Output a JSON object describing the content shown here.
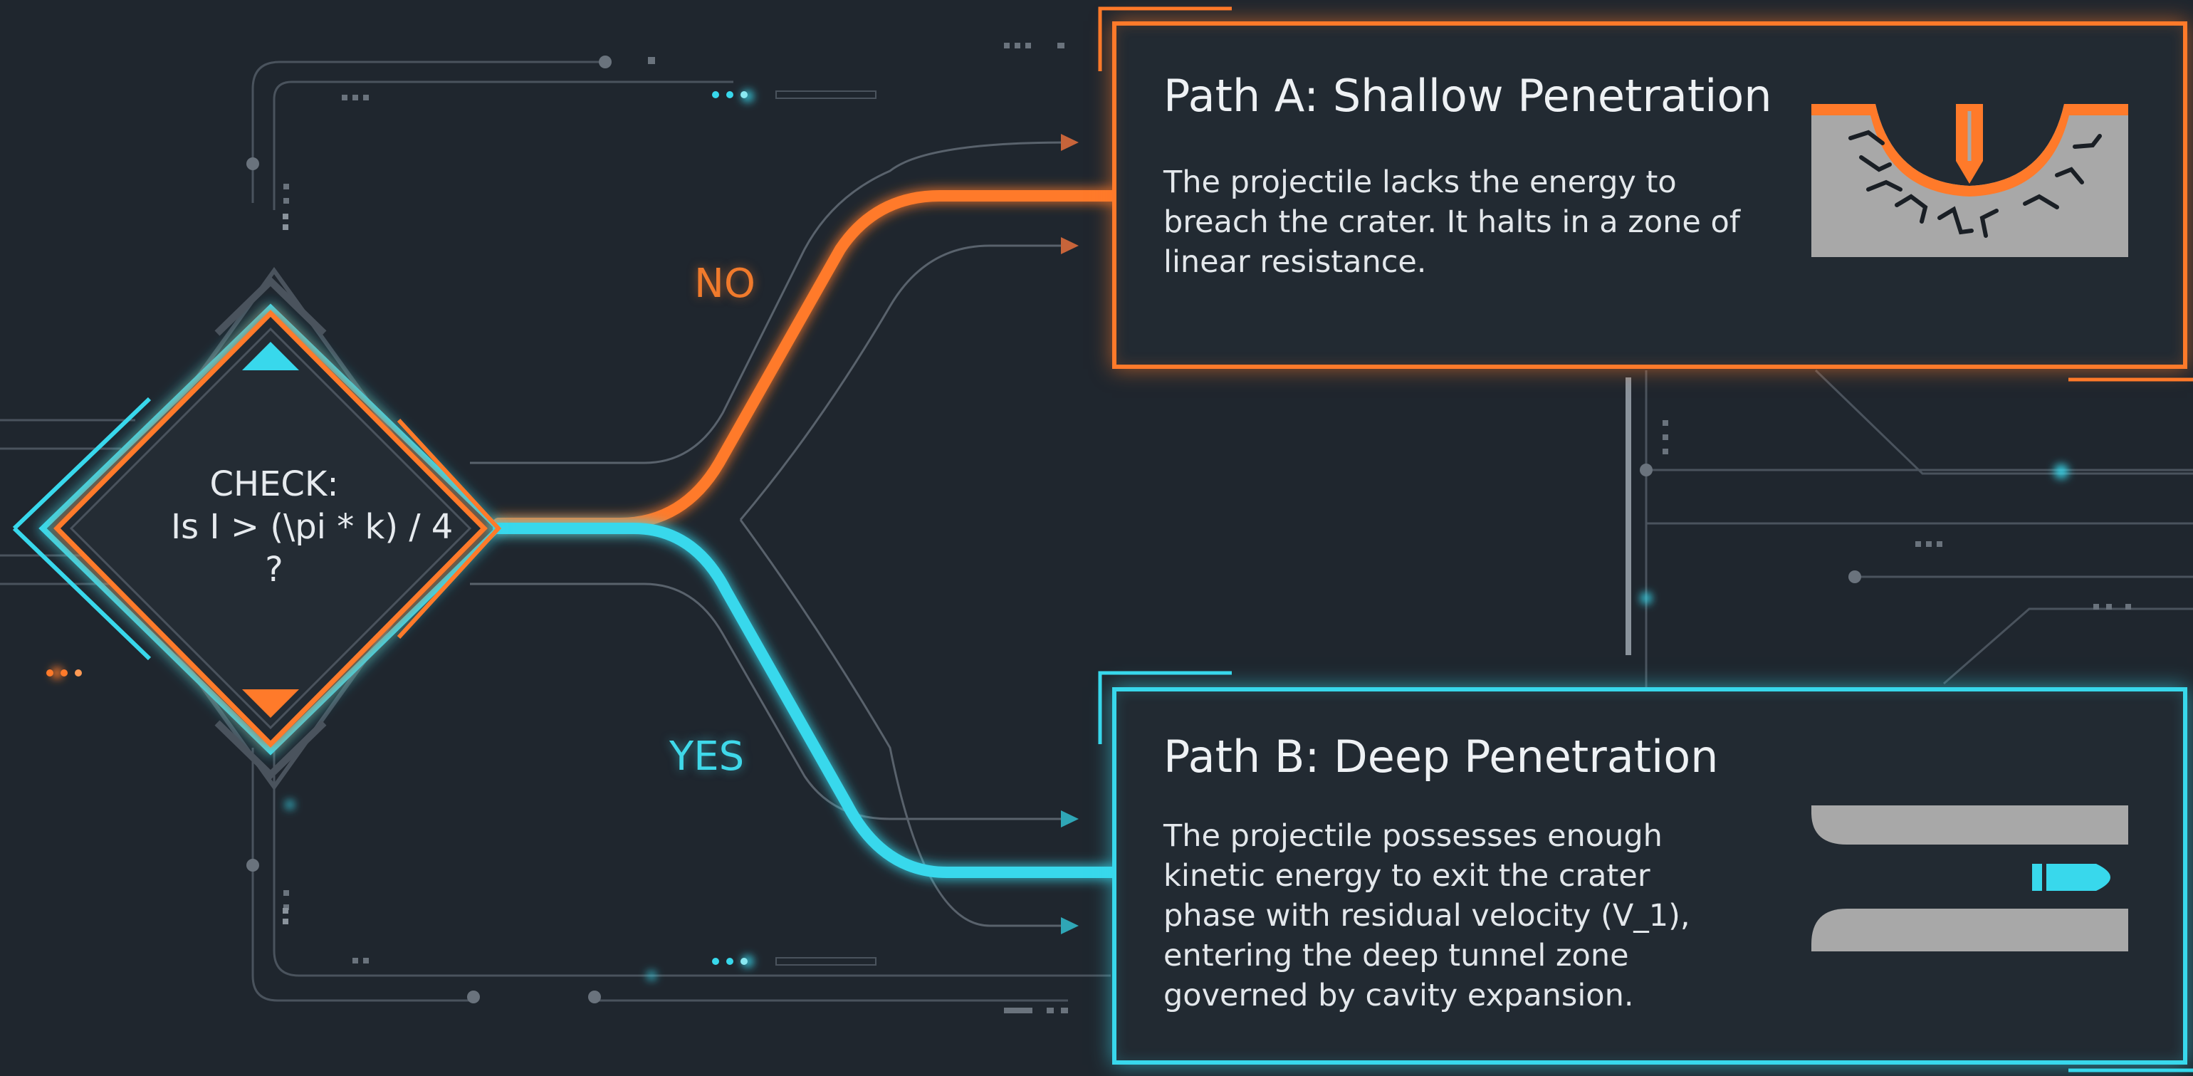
{
  "decision": {
    "line1": "CHECK:",
    "line2": "Is I > (\\pi * k) / 4",
    "line3": "?"
  },
  "branches": {
    "no_label": "NO",
    "yes_label": "YES"
  },
  "path_a": {
    "title": "Path A: Shallow Penetration",
    "description": "The projectile lacks the energy to breach the crater. It halts in a zone of linear resistance."
  },
  "path_b": {
    "title": "Path B: Deep Penetration",
    "description": "The projectile possesses enough kinetic energy to exit the crater phase with residual velocity (V_1), entering the deep tunnel zone governed by cavity expansion."
  },
  "colors": {
    "background": "#1f262e",
    "orange": "#ff7a2a",
    "cyan": "#38d8ec",
    "text": "#e6eaee",
    "icon_gray": "#a8a8a8"
  },
  "icons": [
    "crater-icon",
    "projectile-icon",
    "tunnel-icon",
    "arrow-icon"
  ]
}
